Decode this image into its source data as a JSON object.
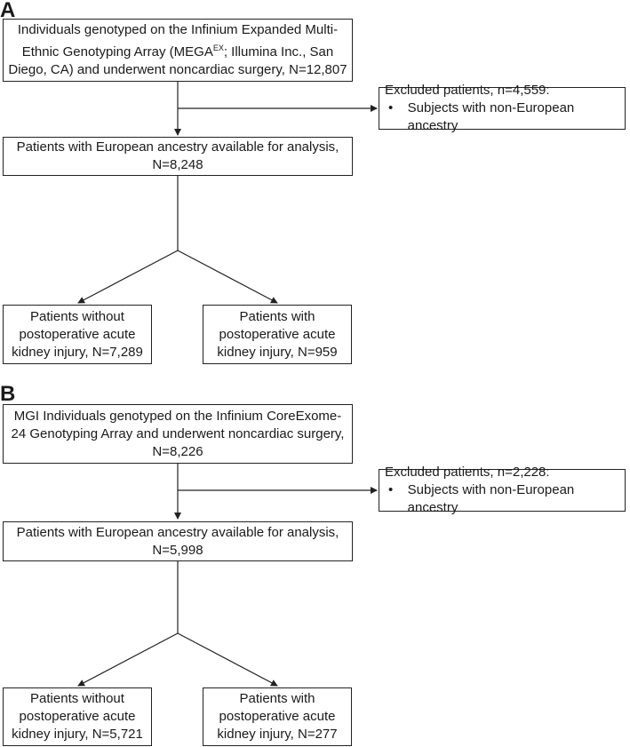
{
  "panel_a": {
    "letter": "A",
    "top_box": {
      "line1": "Individuals genotyped on the Infinium Expanded Multi-",
      "line2_pre": "Ethnic Genotyping Array (MEGA",
      "line2_sup": "EX",
      "line2_post": "; Illumina Inc., San",
      "line3": "Diego, CA) and underwent noncardiac surgery, N=12,807"
    },
    "excluded": {
      "title": "Excluded patients, n=4,559:",
      "bullet": "•",
      "item": "Subjects with non-European ancestry"
    },
    "middle_box": {
      "line1": "Patients with European ancestry available for analysis,",
      "line2": "N=8,248"
    },
    "left_box": {
      "line1": "Patients without",
      "line2": "postoperative acute",
      "line3": "kidney injury, N=7,289"
    },
    "right_box": {
      "line1": "Patients with",
      "line2": "postoperative acute",
      "line3": "kidney injury, N=959"
    }
  },
  "panel_b": {
    "letter": "B",
    "top_box": {
      "line1": "MGI Individuals genotyped on the Infinium CoreExome-",
      "line2": "24 Genotyping Array and underwent noncardiac surgery,",
      "line3": "N=8,226"
    },
    "excluded": {
      "title": "Excluded patients, n=2,228:",
      "bullet": "•",
      "item": "Subjects with non-European ancestry"
    },
    "middle_box": {
      "line1": "Patients with European ancestry available for analysis,",
      "line2": "N=5,998"
    },
    "left_box": {
      "line1": "Patients without",
      "line2": "postoperative acute",
      "line3": "kidney injury, N=5,721"
    },
    "right_box": {
      "line1": "Patients with",
      "line2": "postoperative acute",
      "line3": "kidney injury, N=277"
    }
  }
}
